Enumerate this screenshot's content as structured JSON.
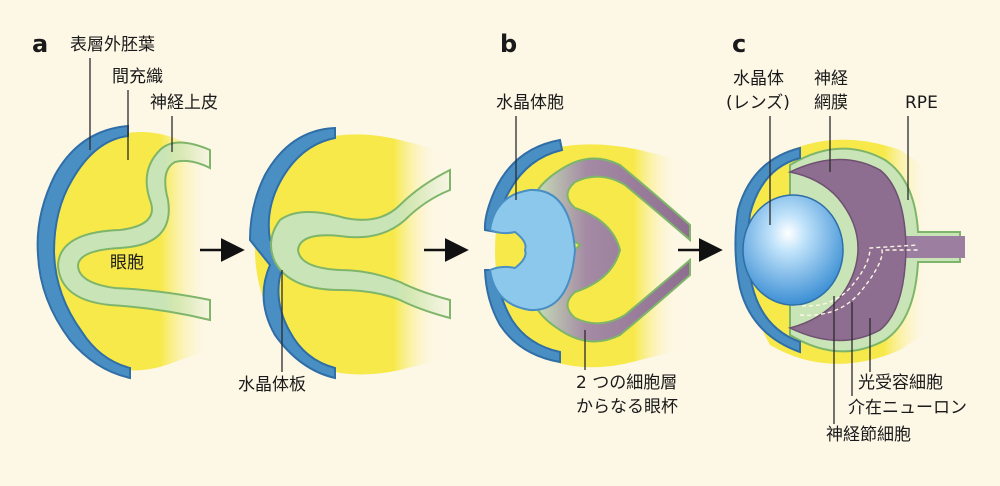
{
  "panels": {
    "a": "a",
    "b": "b",
    "c": "c"
  },
  "labels": {
    "surface_ectoderm": "表層外胚葉",
    "mesenchyme": "間充織",
    "neuroepithelium": "神経上皮",
    "optic_vesicle": "眼胞",
    "lens_placode": "水晶体板",
    "lens_vesicle": "水晶体胞",
    "optic_cup_line1": "2 つの細胞層",
    "optic_cup_line2": "からなる眼杯",
    "lens_line1": "水晶体",
    "lens_line2": "(レンズ)",
    "retina_line1": "神経",
    "retina_line2": "網膜",
    "rpe": "RPE",
    "photoreceptor": "光受容細胞",
    "interneuron": "介在ニューロン",
    "ganglion": "神経節細胞"
  },
  "colors": {
    "background": "#fdf7e6",
    "ectoderm": "#4a8fc4",
    "ectoderm_edge": "#2f6ea6",
    "mesenchyme": "#f7e94a",
    "neuro": "#c9e5b8",
    "neuro_edge": "#7fb56a",
    "retina": "#8e6e90",
    "lens": "#5aa6df",
    "arrow": "#111111"
  }
}
